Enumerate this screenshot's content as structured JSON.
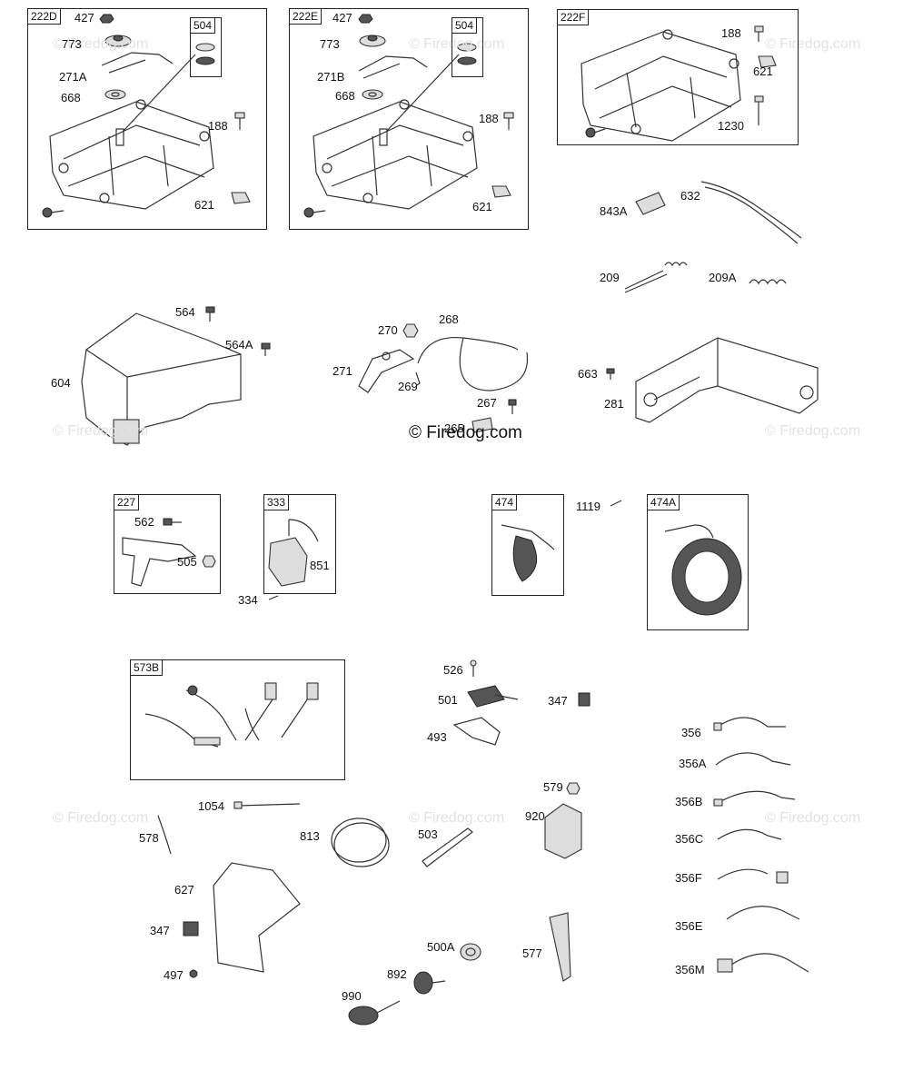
{
  "copyright": "© Firedog.com",
  "watermark": "© Firedog.com",
  "boxes": {
    "b222d": "222D",
    "b222e": "222E",
    "b222f": "222F",
    "b504a": "504",
    "b504b": "504",
    "b227": "227",
    "b333": "333",
    "b474": "474",
    "b474a": "474A",
    "b573b": "573B"
  },
  "labels": {
    "l427a": "427",
    "l773a": "773",
    "l271a": "271A",
    "l668a": "668",
    "l188a": "188",
    "l621a": "621",
    "l427b": "427",
    "l773b": "773",
    "l271b": "271B",
    "l668b": "668",
    "l188b": "188",
    "l621b": "621",
    "l188c": "188",
    "l621c": "621",
    "l1230": "1230",
    "l843a": "843A",
    "l632": "632",
    "l209": "209",
    "l209a": "209A",
    "l564": "564",
    "l564a": "564A",
    "l604": "604",
    "l270": "270",
    "l268": "268",
    "l271": "271",
    "l269": "269",
    "l267": "267",
    "l265": "265",
    "l663": "663",
    "l281": "281",
    "l562": "562",
    "l505": "505",
    "l851": "851",
    "l334": "334",
    "l1119": "1119",
    "l526": "526",
    "l501": "501",
    "l347a": "347",
    "l493": "493",
    "l356": "356",
    "l356a": "356A",
    "l356b": "356B",
    "l356c": "356C",
    "l356f": "356F",
    "l356e": "356E",
    "l356m": "356M",
    "l1054": "1054",
    "l578": "578",
    "l813": "813",
    "l503": "503",
    "l579": "579",
    "l920": "920",
    "l627": "627",
    "l347b": "347",
    "l497": "497",
    "l500a": "500A",
    "l577": "577",
    "l892": "892",
    "l990": "990"
  },
  "icons": [
    "bolt-icon",
    "nut-icon",
    "washer-icon",
    "clip-icon",
    "spring-icon",
    "harness-icon",
    "bracket-icon",
    "stator-icon"
  ],
  "colors": {
    "line": "#333333",
    "watermark": "#e2e2e2",
    "border": "#222222"
  }
}
